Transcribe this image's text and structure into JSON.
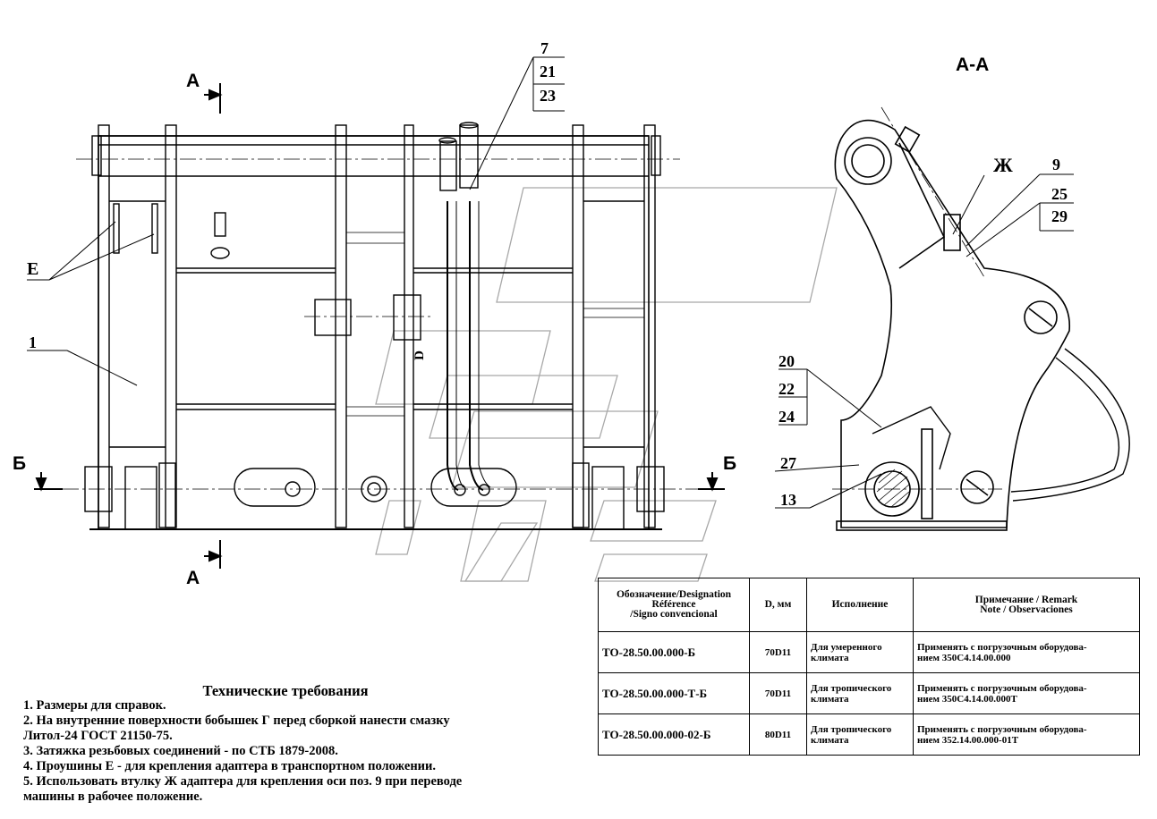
{
  "section_labels": {
    "a_top": "А",
    "a_bottom": "А",
    "b_left": "Б",
    "b_right": "Б",
    "section_title": "А-А"
  },
  "callouts": {
    "e": "Е",
    "n1": "1",
    "n7": "7",
    "n21": "21",
    "n23": "23",
    "d_mark": "D",
    "zh": "Ж",
    "n9": "9",
    "n25": "25",
    "n29": "29",
    "n20": "20",
    "n22": "22",
    "n24": "24",
    "n27": "27",
    "n13": "13"
  },
  "requirements": {
    "title": "Технические требования",
    "lines": [
      "1. Размеры для справок.",
      "2. На внутренние поверхности бобышек Г перед сборкой нанести смазку",
      "Литол-24 ГОСТ 21150-75.",
      "3. Затяжка резьбовых соединений - по СТБ 1879-2008.",
      "4. Проушины Е - для крепления адаптера в транспортном положении.",
      "5. Использовать втулку Ж адаптера для крепления оси поз. 9 при переводе",
      "машины в рабочее положение."
    ]
  },
  "table": {
    "headers": {
      "designation_l1": "Обозначение/Designation",
      "designation_l2": "Référence",
      "designation_l3": "/Signo convencional",
      "d": "D, мм",
      "execution": "Исполнение",
      "remark_l1": "Примечание / Remark",
      "remark_l2": "Note /  Observaciones"
    },
    "rows": [
      {
        "designation": "ТО-28.50.00.000-Б",
        "d": "70D11",
        "exec_l1": "Для умеренного",
        "exec_l2": "климата",
        "remark_l1": "Применять с погрузочным оборудова-",
        "remark_l2": "нием 350С4.14.00.000"
      },
      {
        "designation": "ТО-28.50.00.000-Т-Б",
        "d": "70D11",
        "exec_l1": "Для тропического",
        "exec_l2": "климата",
        "remark_l1": "Применять с погрузочным оборудова-",
        "remark_l2": "нием 350С4.14.00.000Т"
      },
      {
        "designation": "ТО-28.50.00.000-02-Б",
        "d": "80D11",
        "exec_l1": "Для тропического",
        "exec_l2": "климата",
        "remark_l1": "Применять с погрузочным оборудова-",
        "remark_l2": "нием 352.14.00.000-01Т"
      }
    ]
  }
}
